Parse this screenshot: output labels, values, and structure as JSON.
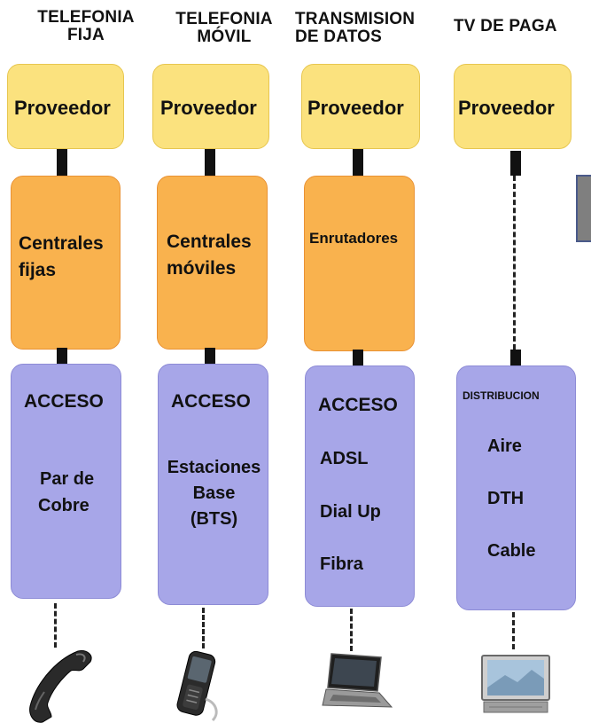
{
  "columns": [
    {
      "title_l1": "TELEFONIA",
      "title_l2": "FIJA",
      "provider": "Proveedor",
      "mid_l1": "Centrales",
      "mid_l2": "fijas",
      "access_title": "ACCESO",
      "access_items": [
        "Par de",
        "Cobre"
      ],
      "device": "phone-icon"
    },
    {
      "title_l1": "TELEFONIA",
      "title_l2": "MÓVIL",
      "provider": "Proveedor",
      "mid_l1": "Centrales",
      "mid_l2": "móviles",
      "access_title": "ACCESO",
      "access_items": [
        "Estaciones",
        "Base",
        "(BTS)"
      ],
      "device": "mobile-phone-icon"
    },
    {
      "title_l1": "TRANSMISION",
      "title_l2": "DE DATOS",
      "provider": "Proveedor",
      "mid_l1": "Enrutadores",
      "access_title": "ACCESO",
      "access_items": [
        "ADSL",
        "Dial Up",
        "Fibra"
      ],
      "device": "laptop-icon"
    },
    {
      "title_l1": "TV DE PAGA",
      "provider": "Proveedor",
      "access_title": "DISTRIBUCION",
      "access_items": [
        "Aire",
        "DTH",
        "Cable"
      ],
      "device": "tv-icon"
    }
  ],
  "colors": {
    "provider": "#fbe27e",
    "central": "#f9b24e",
    "access": "#a7a6e8",
    "connector": "#111111"
  }
}
